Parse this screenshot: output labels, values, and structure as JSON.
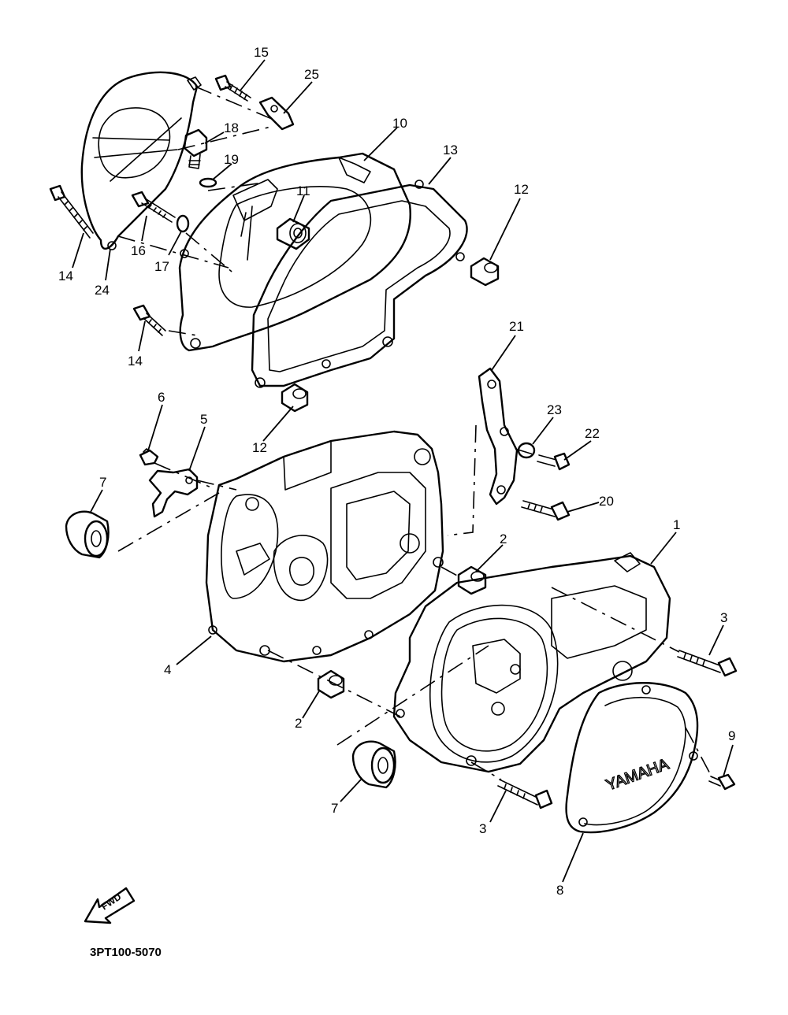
{
  "diagram": {
    "callouts": {
      "c1": "1",
      "c2a": "2",
      "c2b": "2",
      "c3a": "3",
      "c3b": "3",
      "c4": "4",
      "c5": "5",
      "c6": "6",
      "c7a": "7",
      "c7b": "7",
      "c8": "8",
      "c9": "9",
      "c10": "10",
      "c11": "11",
      "c12a": "12",
      "c12b": "12",
      "c13": "13",
      "c14a": "14",
      "c14b": "14",
      "c15": "15",
      "c16": "16",
      "c17": "17",
      "c18": "18",
      "c19": "19",
      "c20": "20",
      "c21": "21",
      "c22": "22",
      "c23": "23",
      "c24": "24",
      "c25": "25"
    },
    "cover_logo": "YAMAHA",
    "direction_label": "FWD",
    "drawing_code": "3PT100-5070"
  }
}
